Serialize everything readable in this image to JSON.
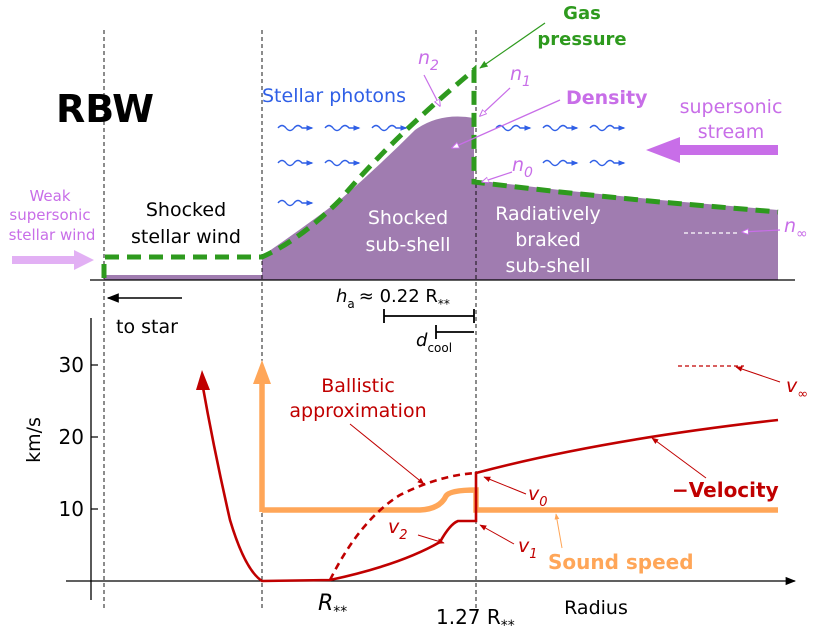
{
  "title": "RBW",
  "colors": {
    "shell": "#a07cb0",
    "gas_pressure": "#2e9a1e",
    "density": "#c86ee8",
    "photons": "#2f5fe6",
    "velocity": "#c00000",
    "sound_speed": "#ffa658",
    "axis": "#000000"
  },
  "top_panel": {
    "labels": {
      "gas_pressure": [
        "Gas",
        "pressure"
      ],
      "stellar_photons": "Stellar photons",
      "density": "Density",
      "supersonic_stream": [
        "supersonic",
        "stream"
      ],
      "weak_wind": [
        "Weak",
        "supersonic",
        "stellar wind"
      ],
      "shocked_stellar_wind": [
        "Shocked",
        "stellar wind"
      ],
      "shocked_sub_shell": [
        "Shocked",
        "sub-shell"
      ],
      "radiatively_braked": [
        "Radiatively",
        "braked",
        "sub-shell"
      ],
      "n2": "n",
      "n2_sub": "2",
      "n1": "n",
      "n1_sub": "1",
      "n0": "n",
      "n0_sub": "0",
      "n_inf": "n",
      "n_inf_sub": "∞",
      "to_star": "to star",
      "h_a": "h",
      "h_a_sub": "a",
      "h_a_value": "≈ 0.22 R",
      "h_a_value_sub": "**",
      "d_cool": "d",
      "d_cool_sub": "cool"
    }
  },
  "bottom_panel": {
    "ylabel": "km/s",
    "yticks": [
      "10",
      "20",
      "30"
    ],
    "xlabel": "Radius",
    "x_marks": {
      "r_star": "R",
      "r_star_sub": "**",
      "r_127": "1.27 R",
      "r_127_sub": "**"
    },
    "labels": {
      "ballistic": [
        "Ballistic",
        "approximation"
      ],
      "velocity": "−Velocity",
      "sound_speed": "Sound speed",
      "v_inf": "v",
      "v_inf_sub": "∞",
      "v0": "v",
      "v0_sub": "0",
      "v1": "v",
      "v1_sub": "1",
      "v2": "v",
      "v2_sub": "2"
    }
  }
}
